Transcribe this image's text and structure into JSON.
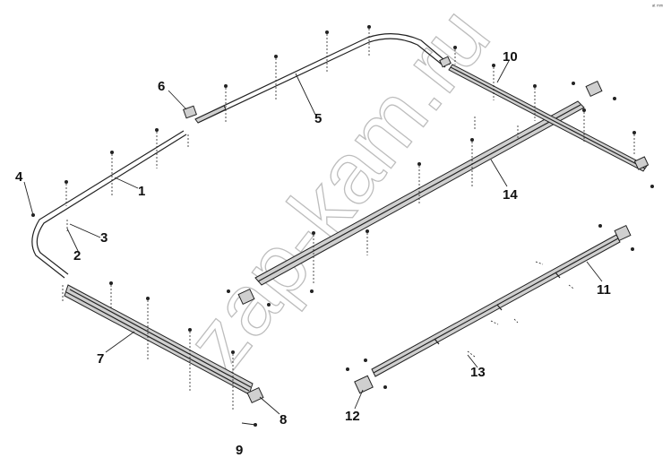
{
  "diagram": {
    "watermark": "zap-kam.ru",
    "corner_mark": "ᵃᵗ ᵐᵐ",
    "callouts": [
      {
        "id": "1",
        "label": "1"
      },
      {
        "id": "2",
        "label": "2"
      },
      {
        "id": "3",
        "label": "3"
      },
      {
        "id": "4",
        "label": "4"
      },
      {
        "id": "5",
        "label": "5"
      },
      {
        "id": "6",
        "label": "6"
      },
      {
        "id": "7",
        "label": "7"
      },
      {
        "id": "8",
        "label": "8"
      },
      {
        "id": "9",
        "label": "9"
      },
      {
        "id": "10",
        "label": "10"
      },
      {
        "id": "11",
        "label": "11"
      },
      {
        "id": "12",
        "label": "12"
      },
      {
        "id": "13",
        "label": "13"
      },
      {
        "id": "14",
        "label": "14"
      }
    ]
  },
  "colors": {
    "line": "#222222",
    "fill": "#cfcfcf",
    "watermark": "#bdbdbd",
    "background": "#ffffff"
  }
}
